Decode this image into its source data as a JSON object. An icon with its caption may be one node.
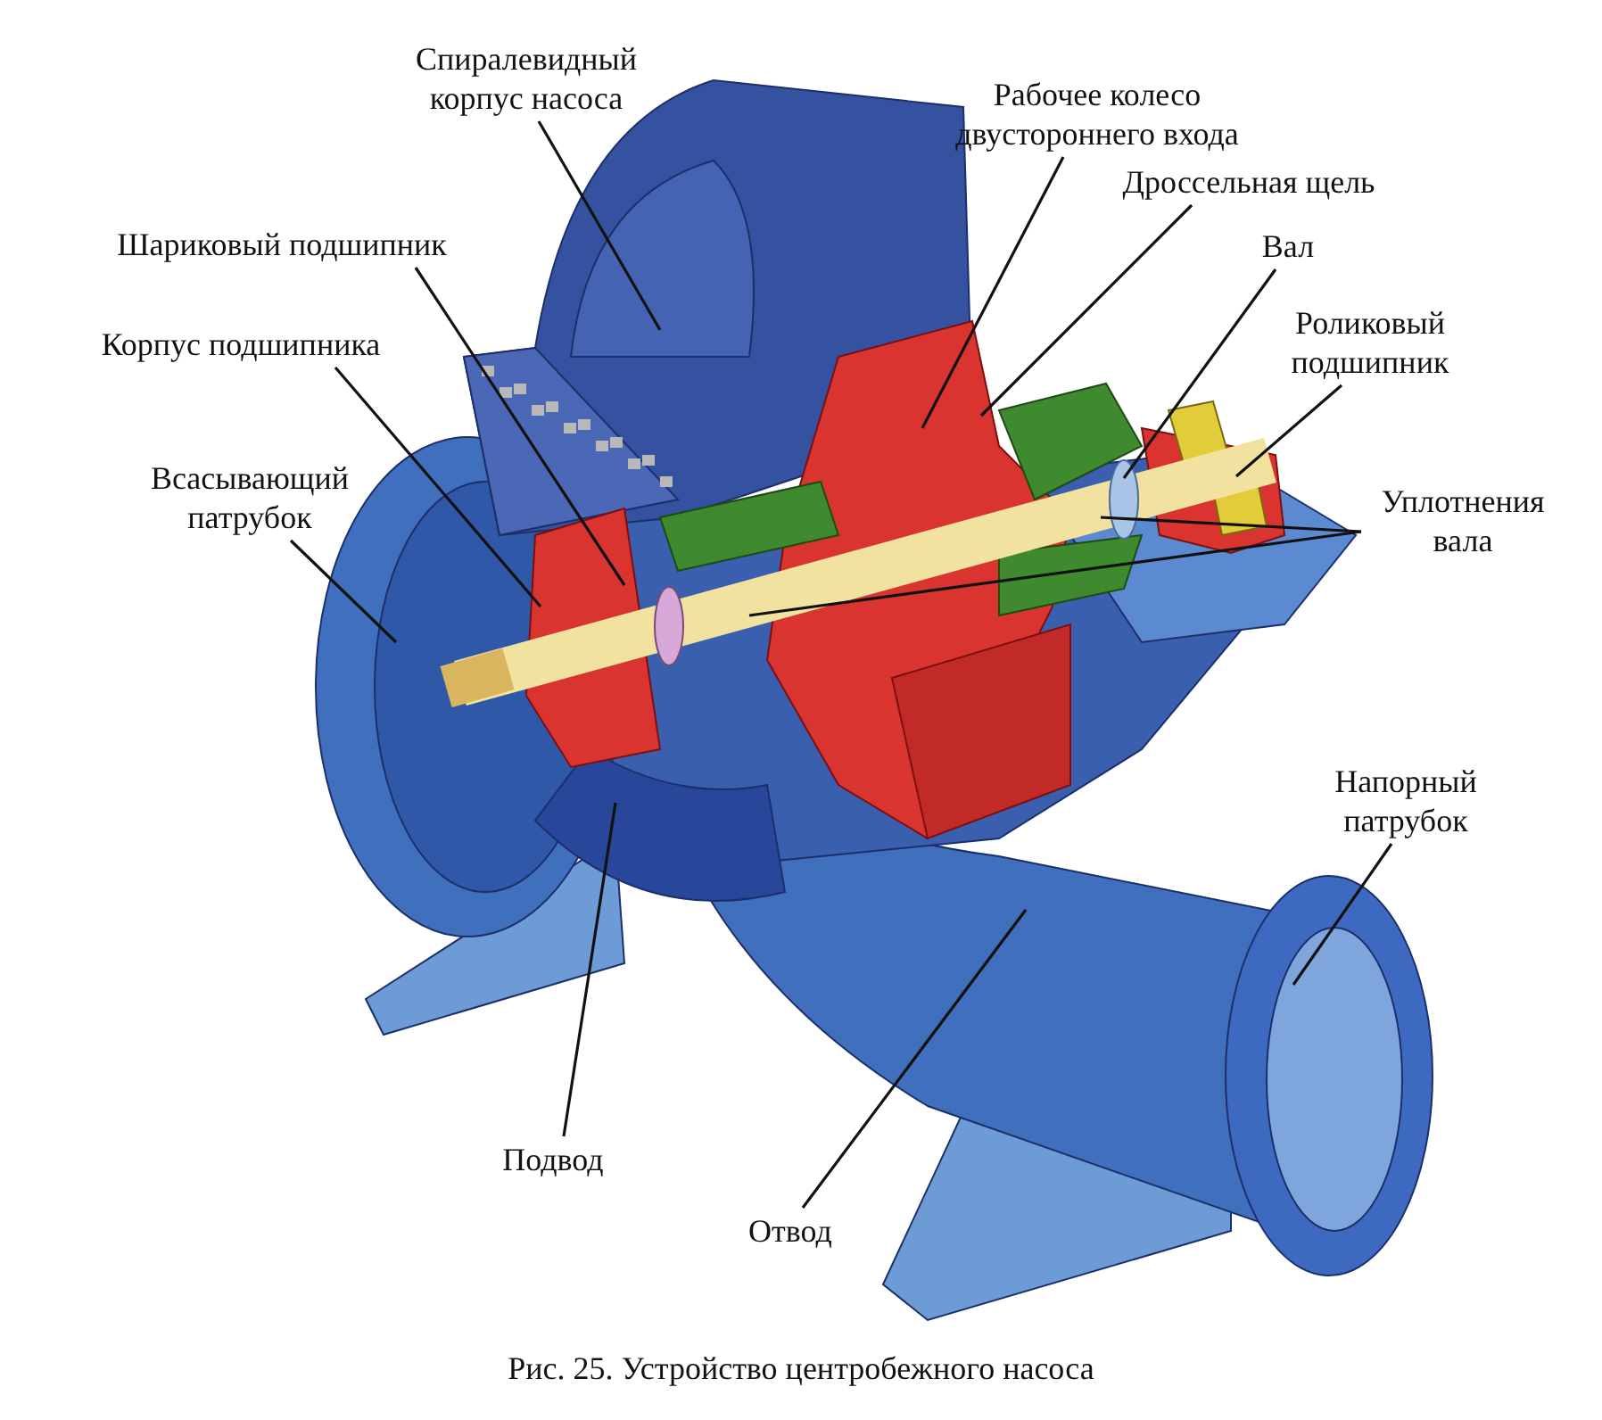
{
  "diagram": {
    "caption": "Рис. 25. Устройство центробежного насоса",
    "nodes": [
      {
        "text": [
          "Спиралевидный корпус насоса"
        ]
      },
      {
        "text": [
          "Рабочее колесо двустороннего входа"
        ]
      },
      {
        "text": [
          "Дроссельная щель"
        ]
      },
      {
        "text": [
          "Вал"
        ]
      },
      {
        "text": [
          "Роликовый подшипник"
        ]
      },
      {
        "text": [
          "Уплотнения вала"
        ]
      },
      {
        "text": [
          "Шариковый подшипник"
        ]
      },
      {
        "text": [
          "Корпус подшипника"
        ]
      },
      {
        "text": [
          "Всасывающий патрубок"
        ]
      },
      {
        "text": [
          "Напорный патрубок"
        ]
      },
      {
        "text": [
          "Подвод"
        ]
      },
      {
        "text": [
          "Отвод"
        ]
      }
    ],
    "edges": [
      {
        "from": 0,
        "to": null,
        "arrow": "none"
      },
      {
        "from": 1,
        "to": null,
        "arrow": "none"
      },
      {
        "from": 2,
        "to": null,
        "arrow": "none"
      },
      {
        "from": 3,
        "to": null,
        "arrow": "none"
      },
      {
        "from": 4,
        "to": null,
        "arrow": "none"
      },
      {
        "from": 5,
        "to": null,
        "arrow": "none"
      },
      {
        "from": 5,
        "to": null,
        "arrow": "none"
      },
      {
        "from": 6,
        "to": null,
        "arrow": "none"
      },
      {
        "from": 7,
        "to": null,
        "arrow": "none"
      },
      {
        "from": 8,
        "to": null,
        "arrow": "none"
      },
      {
        "from": 9,
        "to": null,
        "arrow": "none"
      },
      {
        "from": 10,
        "to": null,
        "arrow": "none"
      },
      {
        "from": 11,
        "to": null,
        "arrow": "none"
      }
    ]
  }
}
